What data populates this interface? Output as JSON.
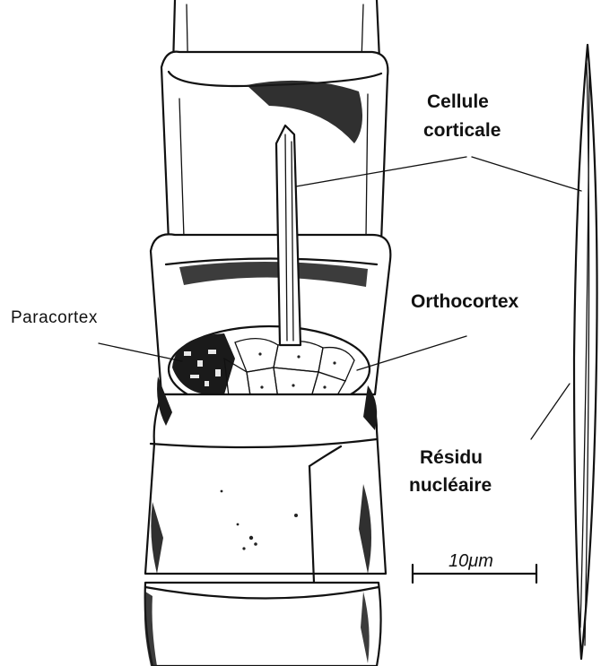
{
  "labels": {
    "cortical_cell": [
      "Cellule",
      "corticale"
    ],
    "orthocortex": "Orthocortex",
    "paracortex": "Paracortex",
    "nuclear_residue": [
      "Résidu",
      "nucléaire"
    ],
    "scale": "10μm"
  },
  "colors": {
    "ink": "#111111",
    "background": "#ffffff"
  }
}
